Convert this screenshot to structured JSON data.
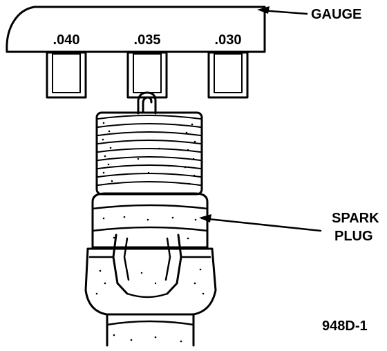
{
  "gauge": {
    "label": "GAUGE",
    "sizes": [
      ".040",
      ".035",
      ".030"
    ]
  },
  "plug": {
    "label_line1": "SPARK",
    "label_line2": "PLUG"
  },
  "figure_id": "948D-1",
  "colors": {
    "ink": "#000000",
    "paper": "#ffffff"
  }
}
